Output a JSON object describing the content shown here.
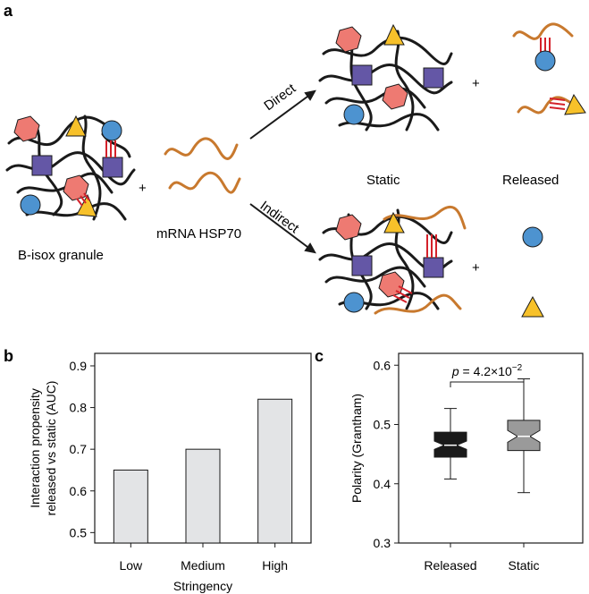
{
  "panel_a": {
    "letter": "a",
    "granule_label": "B-isox granule",
    "plus_1": "+",
    "mrna_label": "mRNA HSP70",
    "direct_label": "Direct",
    "indirect_label": "Indirect",
    "plus_top": "+",
    "plus_bottom": "+",
    "static_label": "Static",
    "released_label": "Released",
    "colors": {
      "chain": "#1a1a1a",
      "square": "#6457a6",
      "hexagon": "#ee7a72",
      "circle": "#4d93d0",
      "triangle": "#f7c12a",
      "rna": "#c8792e",
      "bond": "#d4212a"
    }
  },
  "panel_b": {
    "letter": "b",
    "chart_data": {
      "type": "bar",
      "categories": [
        "Low",
        "Medium",
        "High"
      ],
      "values": [
        0.65,
        0.7,
        0.82
      ],
      "xlabel": "Stringency",
      "ylabel_line1": "Interaction propensity",
      "ylabel_line2": "released vs static (AUC)",
      "ylim": [
        0.475,
        0.93
      ],
      "yticks": [
        "0.5",
        "0.6",
        "0.7",
        "0.8",
        "0.9"
      ],
      "bar_color": "#e3e4e6"
    }
  },
  "panel_c": {
    "letter": "c",
    "chart_data": {
      "type": "box",
      "categories": [
        "Released",
        "Static"
      ],
      "ylabel": "Polarity (Grantham)",
      "ylim": [
        0.3,
        0.62
      ],
      "yticks": [
        "0.3",
        "0.4",
        "0.5",
        "0.6"
      ],
      "boxes": [
        {
          "name": "Released",
          "min": 0.408,
          "q1": 0.445,
          "median": 0.465,
          "q3": 0.487,
          "max": 0.527,
          "notch_low": 0.458,
          "notch_high": 0.472,
          "color": "#1a1a1a"
        },
        {
          "name": "Static",
          "min": 0.385,
          "q1": 0.456,
          "median": 0.48,
          "q3": 0.507,
          "max": 0.577,
          "notch_low": 0.47,
          "notch_high": 0.49,
          "color": "#9a9a9a"
        }
      ],
      "pvalue_label": "p = 4.2×10−2"
    }
  }
}
